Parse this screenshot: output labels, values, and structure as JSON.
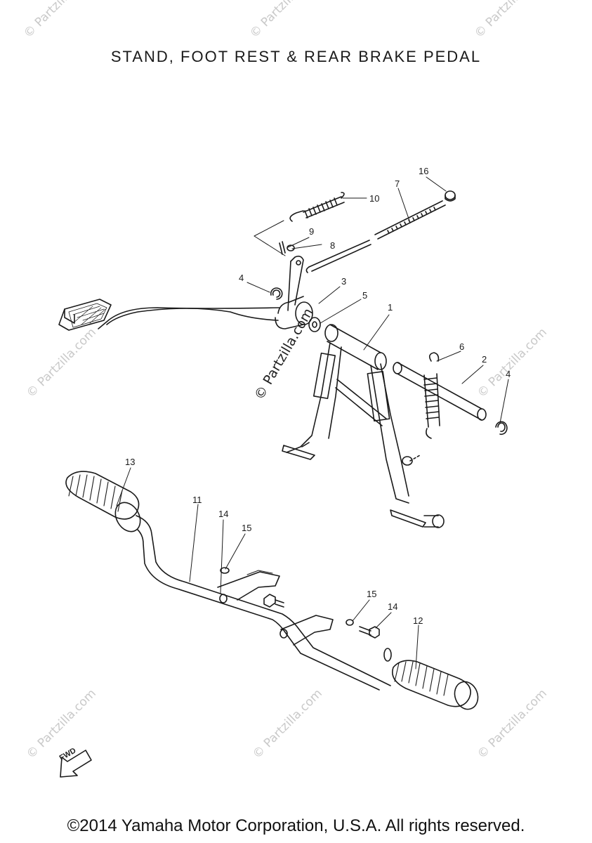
{
  "title": "STAND, FOOT REST & REAR BRAKE PEDAL",
  "watermark": "© Partzilla.com",
  "center_watermark": "© Partzilla.com",
  "fwd_label": "FWD",
  "copyright": "©2014 Yamaha Motor Corporation, U.S.A. All rights reserved.",
  "callouts": [
    "1",
    "2",
    "3",
    "4",
    "4",
    "5",
    "6",
    "7",
    "8",
    "9",
    "10",
    "11",
    "12",
    "13",
    "14",
    "14",
    "15",
    "15",
    "16"
  ]
}
